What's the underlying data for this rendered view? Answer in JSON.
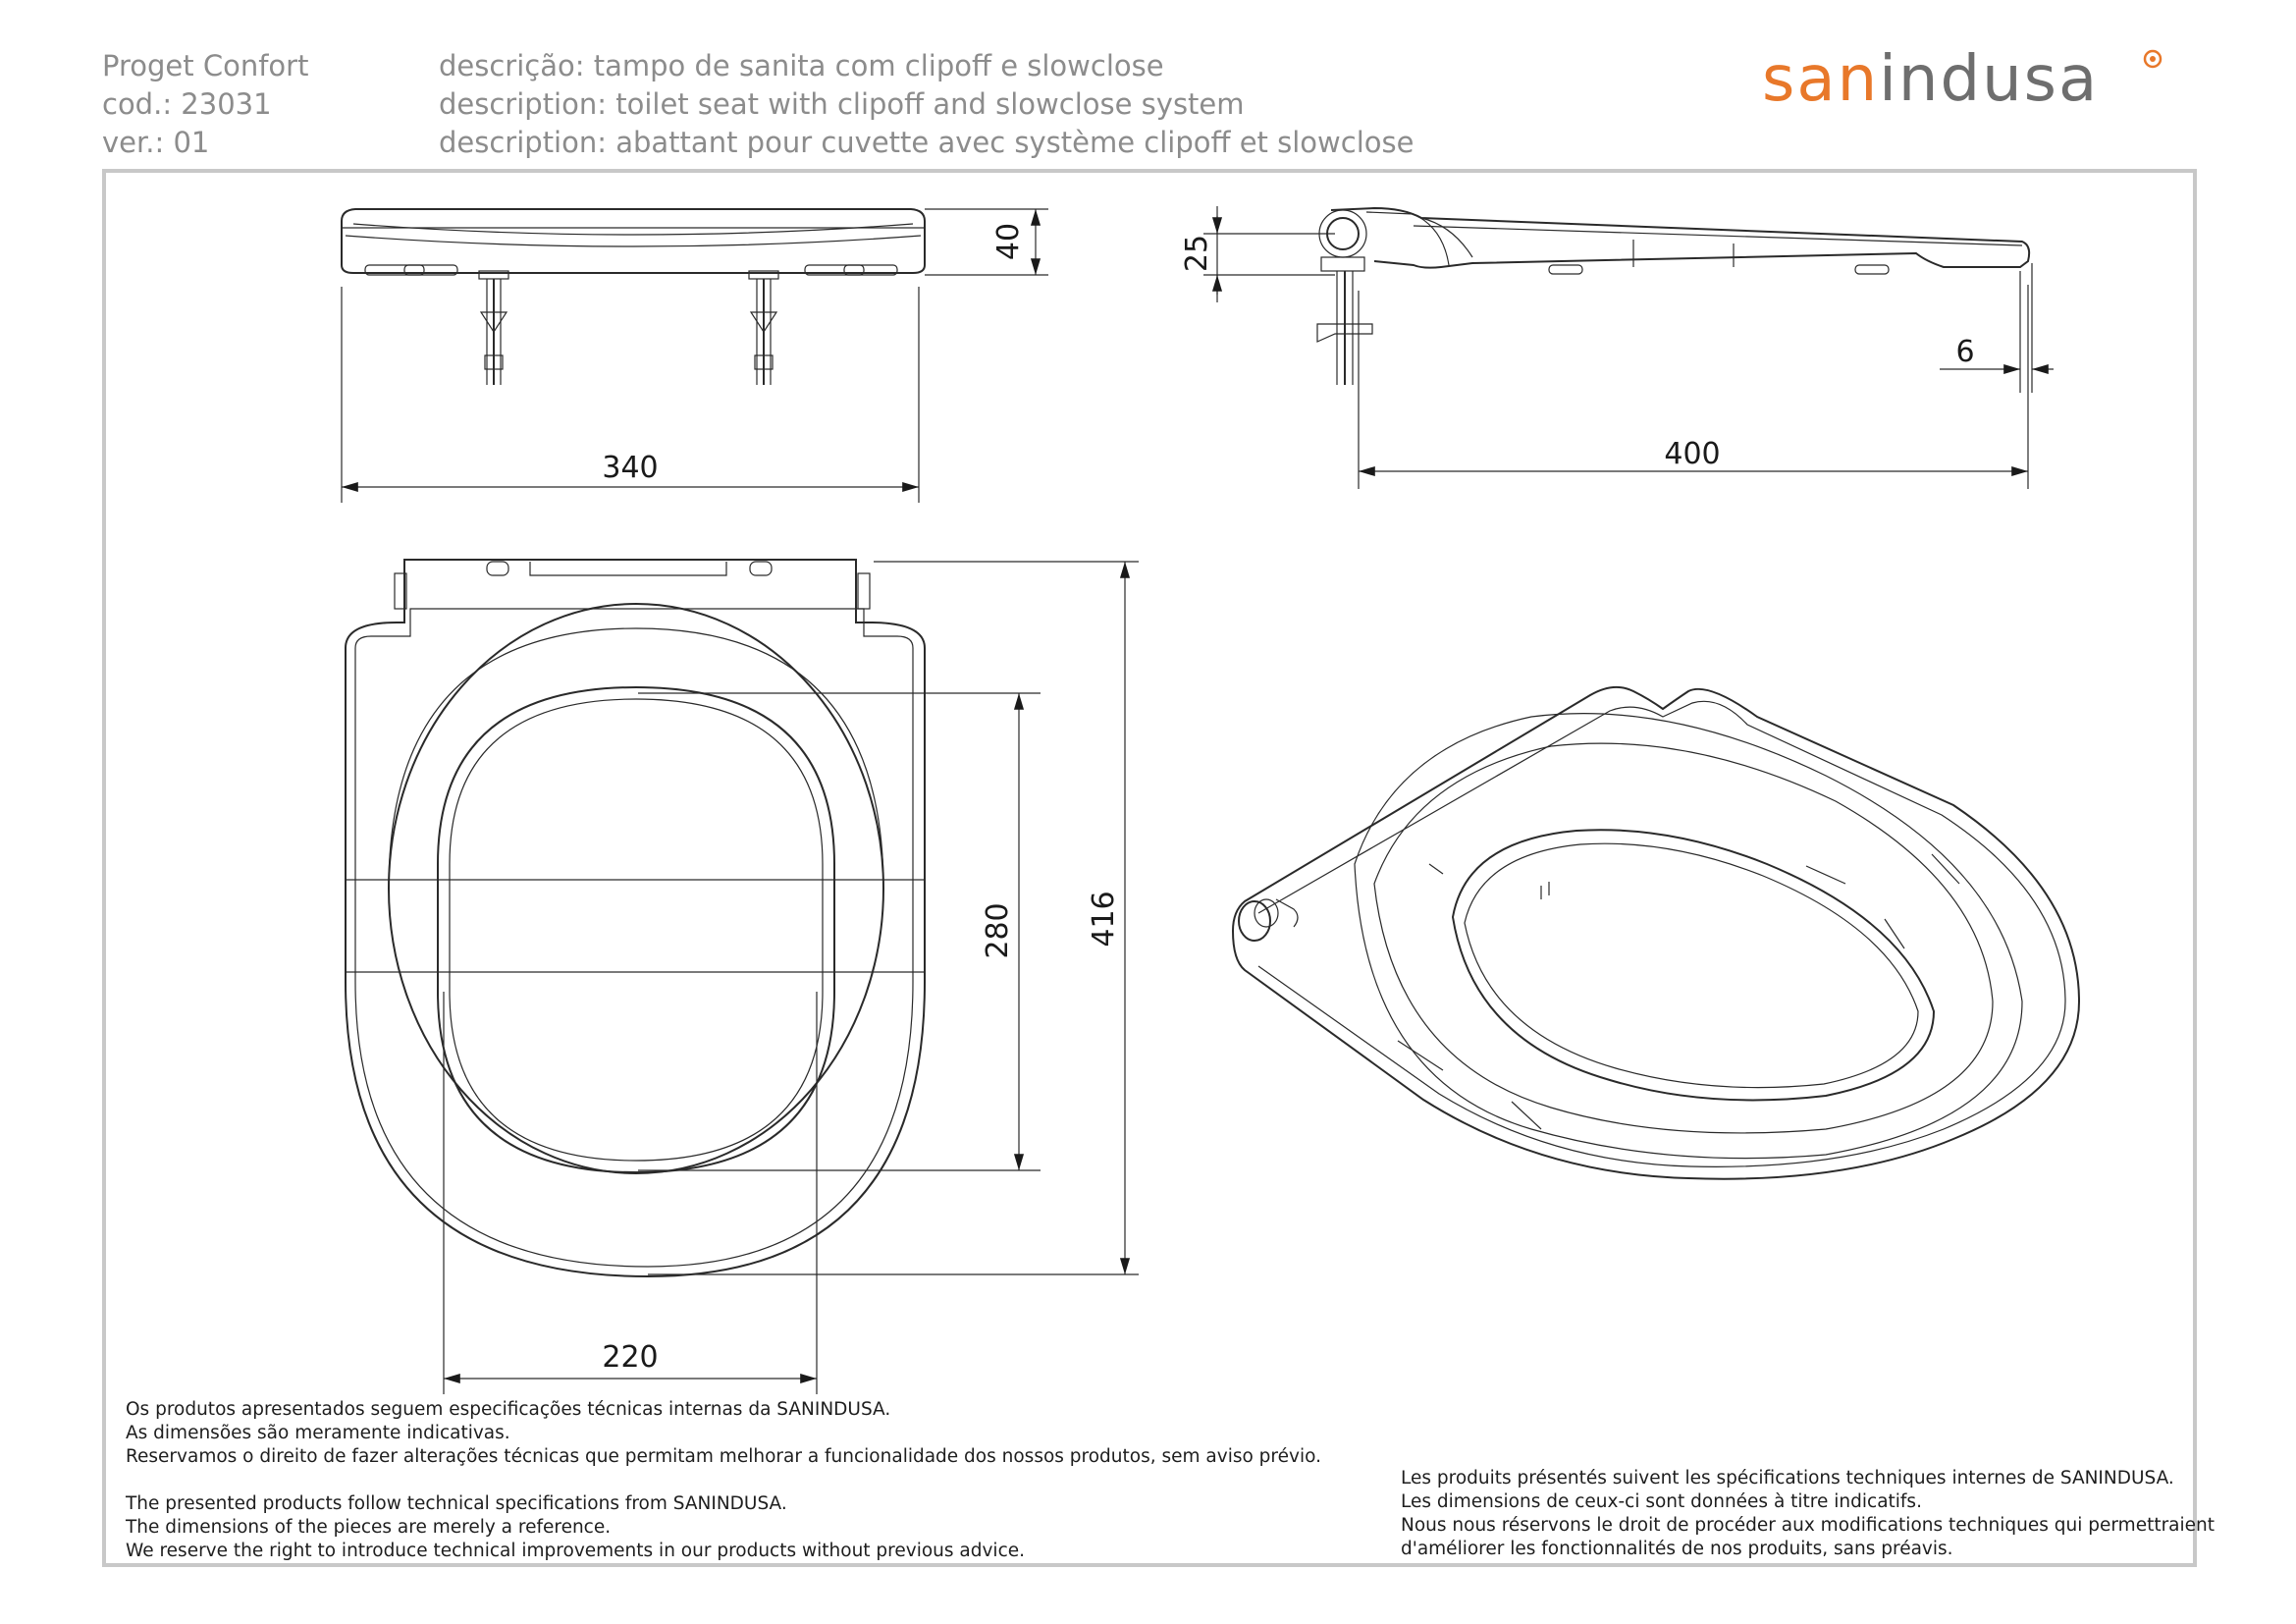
{
  "header": {
    "product_name": "Proget Confort",
    "code": "cod.: 23031",
    "version": "ver.: 01",
    "desc_pt": "descrição: tampo de sanita com clipoff e slowclose",
    "desc_en": "description: toilet seat with clipoff and slowclose system",
    "desc_fr": "description: abattant pour cuvette avec système clipoff et slowclose"
  },
  "logo": {
    "text_san": "san",
    "text_indusa": "indusa",
    "accent_color": "#e8782a",
    "text_color": "#6e6e6e"
  },
  "dimensions": {
    "front_height": "40",
    "front_width": "340",
    "side_hinge": "25",
    "side_offset": "6",
    "side_length": "400",
    "plan_inner_length": "280",
    "plan_total_length": "416",
    "plan_inner_width": "220"
  },
  "notes": {
    "pt": [
      "Os produtos apresentados seguem especificações técnicas internas da SANINDUSA.",
      "As dimensões são meramente indicativas.",
      "Reservamos o direito de fazer alterações técnicas que permitam melhorar a funcionalidade dos nossos produtos, sem aviso prévio."
    ],
    "en": [
      "The presented products follow technical specifications from SANINDUSA.",
      "The dimensions of the pieces are merely a reference.",
      "We reserve the right to introduce technical improvements in our products without previous advice."
    ],
    "fr": [
      "Les produits présentés suivent les spécifications techniques internes de SANINDUSA.",
      "Les dimensions de ceux-ci sont données à titre indicatifs.",
      "Nous nous réservons le droit de procéder aux modifications techniques qui permettraient",
      "d'améliorer les fonctionnalités de nos produits, sans préavis."
    ]
  }
}
